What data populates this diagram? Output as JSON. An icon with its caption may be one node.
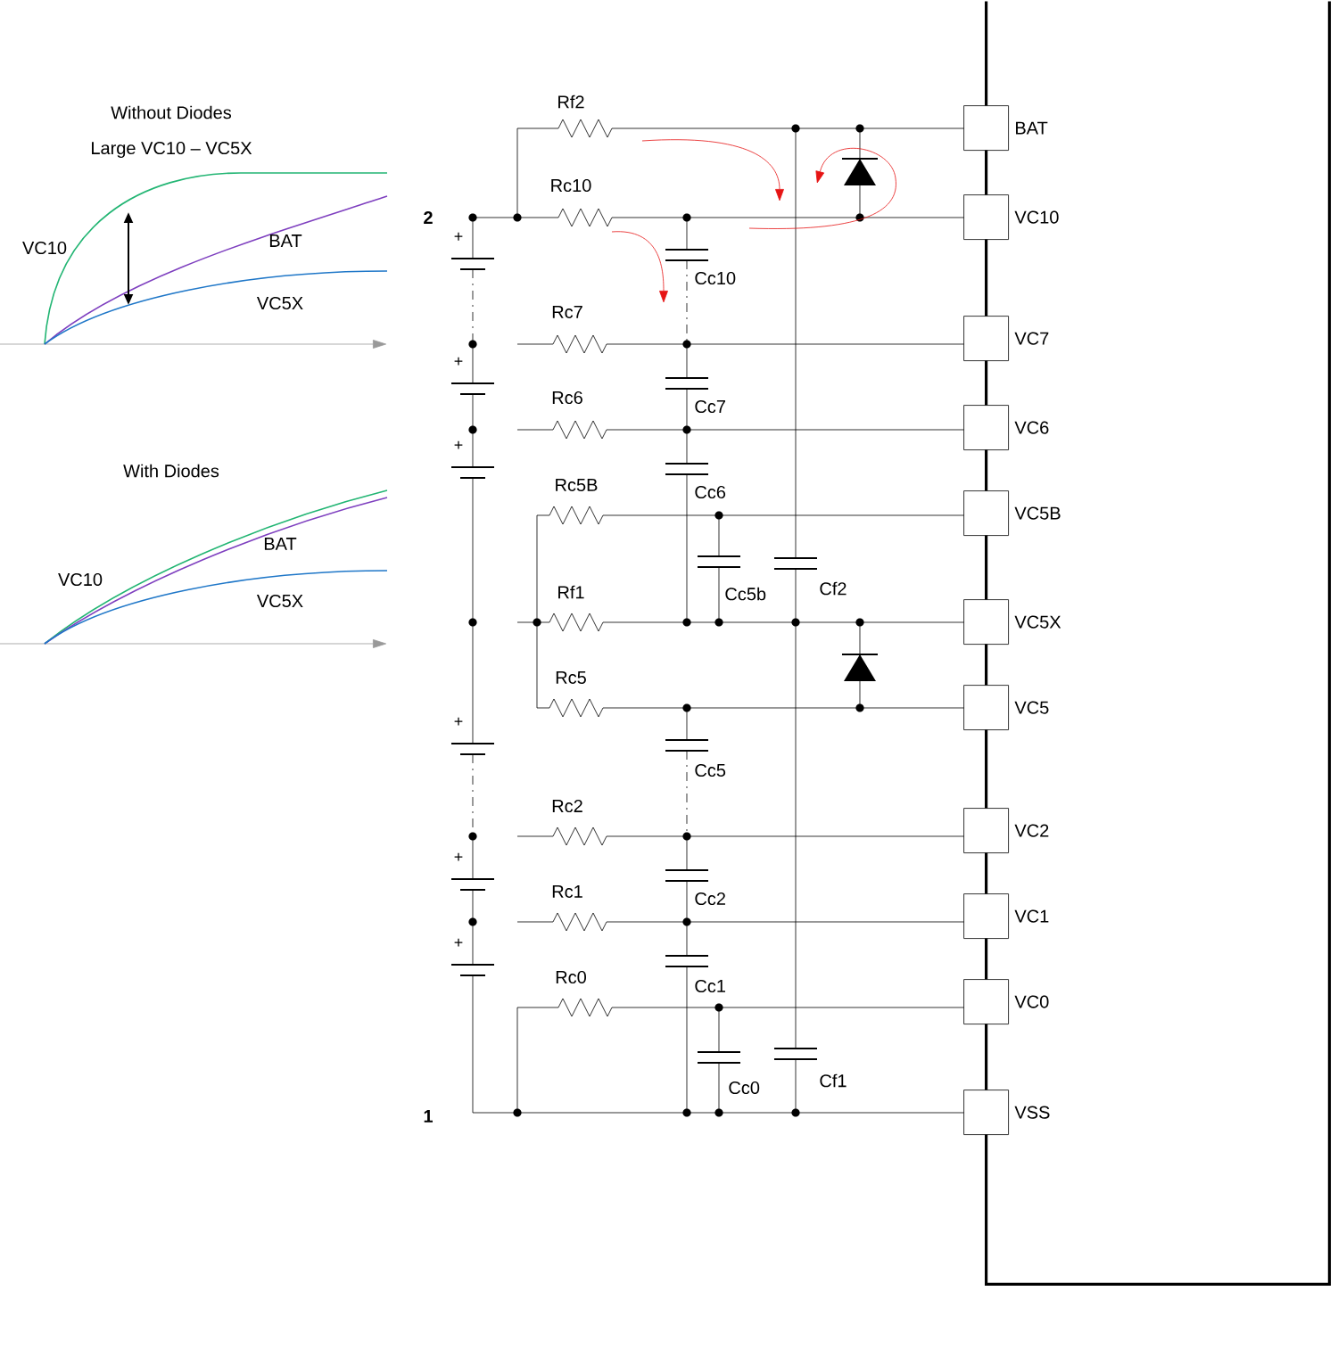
{
  "diagram": {
    "nodes": [
      {
        "text": [],
        "shape": "box"
      },
      {
        "text": [
          "BAT"
        ],
        "in": 0
      },
      {
        "text": [
          "VC10"
        ],
        "in": 0
      },
      {
        "text": [
          "VC7"
        ],
        "in": 0
      },
      {
        "text": [
          "VC6"
        ],
        "in": 0
      },
      {
        "text": [
          "VC5B"
        ],
        "in": 0
      },
      {
        "text": [
          "VC5X"
        ],
        "in": 0
      },
      {
        "text": [
          "VC5"
        ],
        "in": 0
      },
      {
        "text": [
          "VC2"
        ],
        "in": 0
      },
      {
        "text": [
          "VC1"
        ],
        "in": 0
      },
      {
        "text": [
          "VC0"
        ],
        "in": 0
      },
      {
        "text": [
          "VSS"
        ],
        "in": 0
      }
    ],
    "labels": [
      "Without Diodes",
      "Large VC10 – VC5X",
      "VC10",
      "BAT",
      "VC5X",
      "With Diodes",
      "BAT",
      "VC10",
      "VC5X",
      "Rf2",
      "2",
      "Rc10",
      "+",
      "Cc10",
      "Rc7",
      "+",
      "Rc6",
      "Cc7",
      "+",
      "Rc5B",
      "Cc6",
      "Cc5b",
      "Cf2",
      "Rf1",
      "Rc5",
      "+",
      "Cc5",
      "Rc2",
      "+",
      "Cc2",
      "Rc1",
      "+",
      "Cc1",
      "Rc0",
      "Cc0",
      "Cf1",
      "1"
    ]
  }
}
